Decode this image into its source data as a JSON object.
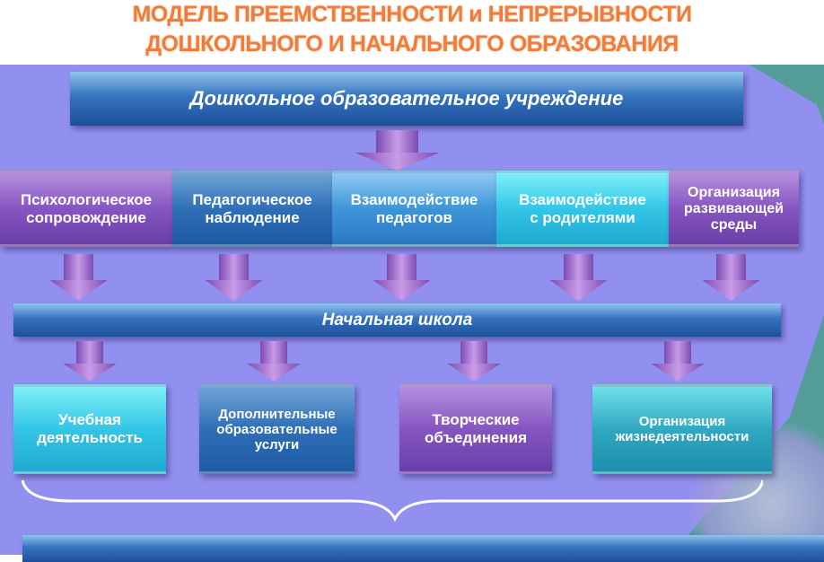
{
  "title": {
    "line1": "МОДЕЛЬ ПРЕЕМСТВЕННОСТИ и НЕПРЕРЫВНОСТИ",
    "line2": "ДОШКОЛЬНОГО И НАЧАЛЬНОГО ОБРАЗОВАНИЯ"
  },
  "top_bar": "Дошкольное образовательное учреждение",
  "preschool_items": [
    {
      "l1": "Психологическое",
      "l2": "сопровождение"
    },
    {
      "l1": "Педагогическое",
      "l2": "наблюдение"
    },
    {
      "l1": "Взаимодействие",
      "l2": "педагогов"
    },
    {
      "l1": "Взаимодействие",
      "l2": "с родителями"
    },
    {
      "l1": "Организация",
      "l2": "развивающей",
      "l3": "среды"
    }
  ],
  "middle_bar": "Начальная школа",
  "school_items": [
    {
      "l1": "Учебная",
      "l2": "деятельность"
    },
    {
      "l1": "Дополнительные",
      "l2": "образовательные",
      "l3": "услуги"
    },
    {
      "l1": "Творческие",
      "l2": "объединения"
    },
    {
      "l1": "Организация",
      "l2": "жизнедеятельности"
    }
  ],
  "colors": {
    "title": "#ee7d3c",
    "background": "#9190f0"
  }
}
